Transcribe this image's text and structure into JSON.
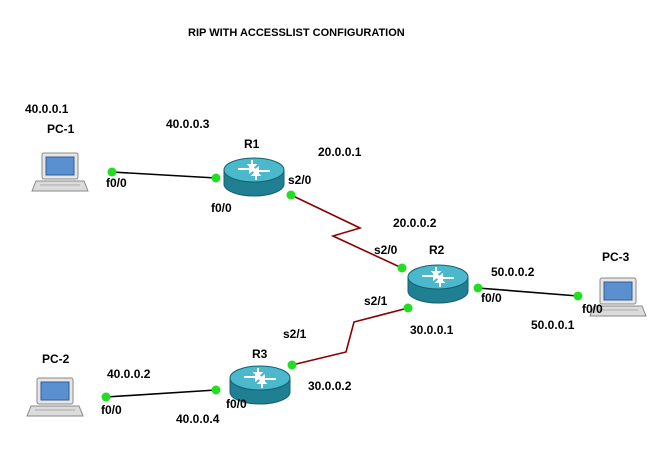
{
  "title": "RIP WITH ACCESSLIST CONFIGURATION",
  "colors": {
    "ethernet_link": "#000000",
    "serial_link": "#8b0000",
    "port_dot": "#22dd22",
    "router_body": "#3aa8bd",
    "pc_screen": "#5a8fd0"
  },
  "devices": {
    "pc1": {
      "name": "PC-1",
      "ip": "40.0.0.1",
      "icon": "pc-icon"
    },
    "pc2": {
      "name": "PC-2",
      "icon": "pc-icon"
    },
    "pc3": {
      "name": "PC-3",
      "icon": "pc-icon"
    },
    "r1": {
      "name": "R1",
      "icon": "router-icon"
    },
    "r2": {
      "name": "R2",
      "icon": "router-icon"
    },
    "r3": {
      "name": "R3",
      "icon": "router-icon"
    }
  },
  "interfaces": {
    "pc1_f00": "f0/0",
    "r1_f00": "f0/0",
    "r1_s20": "s2/0",
    "r2_s20": "s2/0",
    "r2_s21": "s2/1",
    "r2_f00": "f0/0",
    "pc3_f00": "f0/0",
    "r3_s21": "s2/1",
    "r3_f00": "f0/0",
    "pc2_f00": "f0/0"
  },
  "addresses": {
    "r1_f00": "40.0.0.3",
    "r1_s20": "20.0.0.1",
    "r2_s20": "20.0.0.2",
    "r2_s21": "30.0.0.1",
    "r2_f00": "50.0.0.2",
    "pc3": "50.0.0.1",
    "r3_s21": "30.0.0.2",
    "r3_f00": "40.0.0.4",
    "pc2": "40.0.0.2"
  },
  "links": [
    {
      "from": "pc1",
      "to": "r1",
      "type": "ethernet"
    },
    {
      "from": "r1",
      "to": "r2",
      "type": "serial"
    },
    {
      "from": "r2",
      "to": "pc3",
      "type": "ethernet"
    },
    {
      "from": "r2",
      "to": "r3",
      "type": "serial"
    },
    {
      "from": "r3",
      "to": "pc2",
      "type": "ethernet"
    }
  ]
}
